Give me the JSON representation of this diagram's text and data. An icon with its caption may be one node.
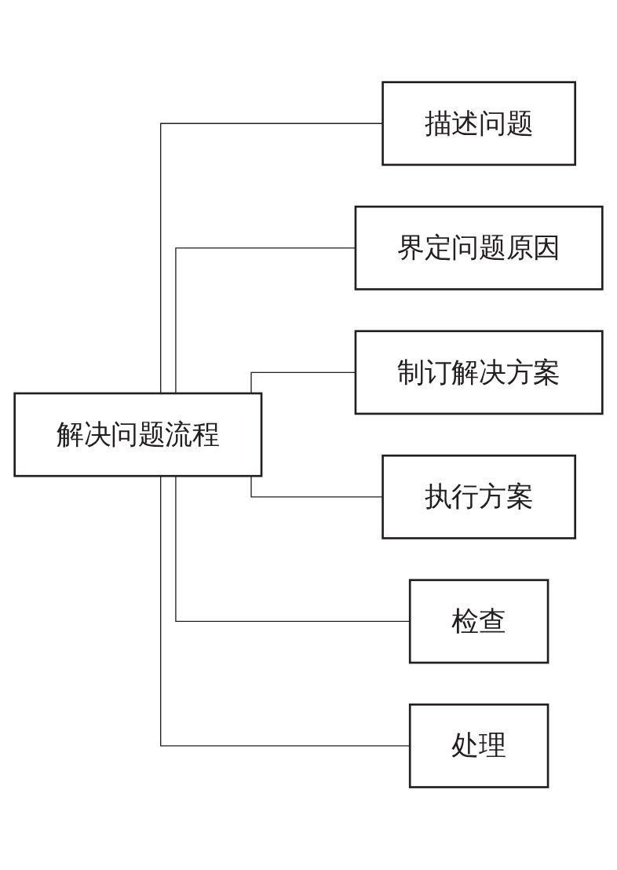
{
  "diagram": {
    "nodes": [
      {
        "text": [
          "解决问题流程"
        ]
      },
      {
        "text": [
          "描述问题"
        ]
      },
      {
        "text": [
          "界定问题原因"
        ]
      },
      {
        "text": [
          "制订解决方案"
        ]
      },
      {
        "text": [
          "执行方案"
        ]
      },
      {
        "text": [
          "检查"
        ]
      },
      {
        "text": [
          "处理"
        ]
      }
    ],
    "edges": [
      {
        "from": 0,
        "to": 1,
        "arrow": "none"
      },
      {
        "from": 0,
        "to": 2,
        "arrow": "none"
      },
      {
        "from": 0,
        "to": 3,
        "arrow": "none"
      },
      {
        "from": 0,
        "to": 4,
        "arrow": "none"
      },
      {
        "from": 0,
        "to": 5,
        "arrow": "none"
      },
      {
        "from": 0,
        "to": 6,
        "arrow": "none"
      }
    ]
  }
}
